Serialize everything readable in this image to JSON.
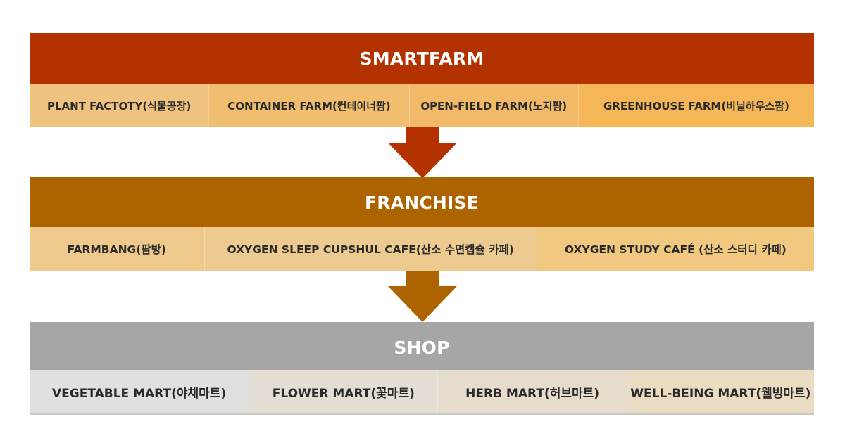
{
  "tiers": [
    {
      "title": "SMARTFARM",
      "color": "#b43200",
      "items": [
        "PLANT FACTOTY(식물공장)",
        "CONTAINER FARM(컨테이너팜)",
        "OPEN-FIELD FARM(노지팜)",
        "GREENHOUSE FARM(비닐하우스팜)"
      ]
    },
    {
      "title": "FRANCHISE",
      "color": "#ac6300",
      "items": [
        "FARMBANG(팜방)",
        "OXYGEN SLEEP CUPSHUL CAFE(산소 수면캡슐 카페)",
        "OXYGEN STUDY CAFÉ (산소 스터디 카페)"
      ]
    },
    {
      "title": "SHOP",
      "color": "#a6a6a6",
      "items": [
        "VEGETABLE MART(야채마트)",
        "FLOWER MART(꽃마트)",
        "HERB MART(허브마트)",
        "WELL-BEING MART(웰빙마트)"
      ]
    }
  ],
  "arrows": [
    {
      "color": "#b43200"
    },
    {
      "color": "#ac6300"
    }
  ]
}
